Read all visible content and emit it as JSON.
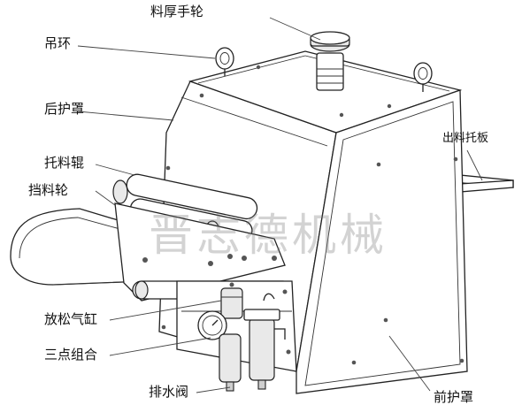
{
  "labels": {
    "feed_handwheel": "料厚手轮",
    "lifting_ring": "吊环",
    "rear_cover": "后护罩",
    "support_roller": "托料辊",
    "guide_wheel": "挡料轮",
    "outfeed_plate": "出料托板",
    "release_cylinder": "放松气缸",
    "frl_unit": "三点组合",
    "drain_valve": "排水阀",
    "front_cover": "前护罩"
  },
  "watermark": "晋志德机械"
}
